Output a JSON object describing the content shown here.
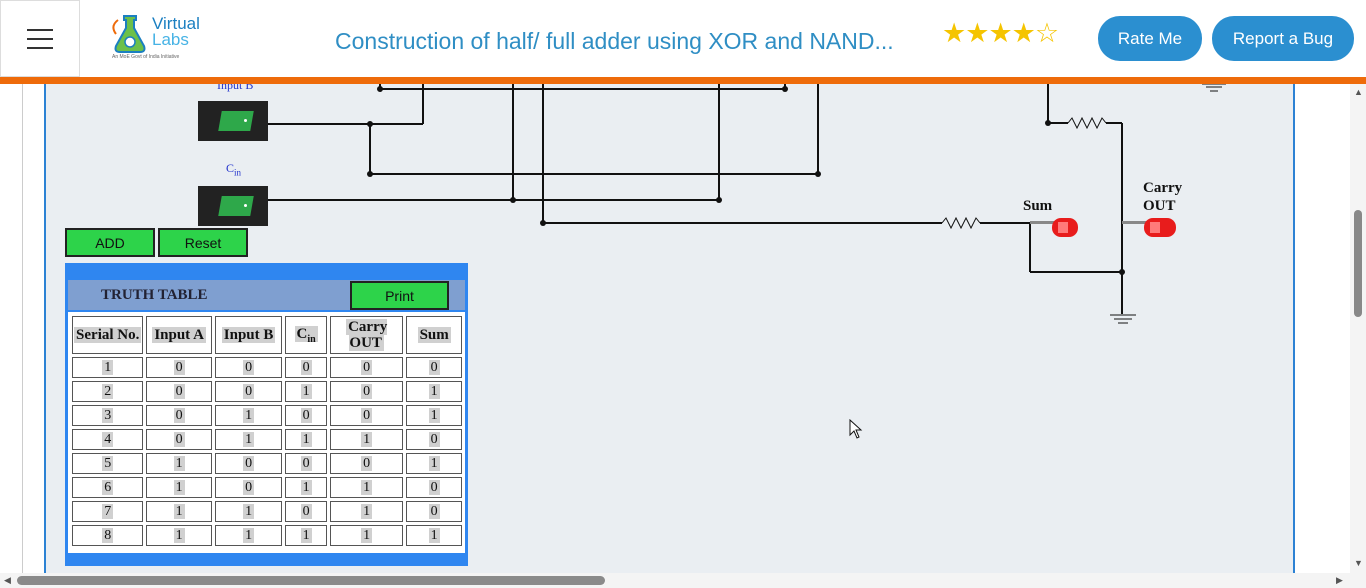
{
  "header": {
    "menu_icon": "hamburger-menu-icon",
    "logo": {
      "word1": "Virtual",
      "word2": "Labs",
      "tagline": "An MoE Govt of India Initiative"
    },
    "title": "Construction of half/ full adder using XOR and NAND...",
    "rating": {
      "filled": 4,
      "total": 5
    },
    "rate_button": "Rate Me",
    "bug_button": "Report a Bug",
    "accent_orange": "#ee6b0a",
    "accent_blue": "#2b8fd0"
  },
  "circuit": {
    "input_b_label": "Input B",
    "cin_label": "C",
    "cin_sub": "in",
    "sum_label": "Sum",
    "carry_label_1": "Carry",
    "carry_label_2": "OUT",
    "led_color": "#e81c1c"
  },
  "controls": {
    "add_label": "ADD",
    "reset_label": "Reset"
  },
  "truth_table": {
    "title": "TRUTH TABLE",
    "print_label": "Print",
    "headers": [
      "Serial No.",
      "Input A",
      "Input B",
      "C",
      "Carry OUT",
      "Sum"
    ],
    "cin_sub": "in",
    "rows": [
      [
        "1",
        "0",
        "0",
        "0",
        "0",
        "0"
      ],
      [
        "2",
        "0",
        "0",
        "1",
        "0",
        "1"
      ],
      [
        "3",
        "0",
        "1",
        "0",
        "0",
        "1"
      ],
      [
        "4",
        "0",
        "1",
        "1",
        "1",
        "0"
      ],
      [
        "5",
        "1",
        "0",
        "0",
        "0",
        "1"
      ],
      [
        "6",
        "1",
        "0",
        "1",
        "1",
        "0"
      ],
      [
        "7",
        "1",
        "1",
        "0",
        "1",
        "0"
      ],
      [
        "8",
        "1",
        "1",
        "1",
        "1",
        "1"
      ]
    ]
  }
}
